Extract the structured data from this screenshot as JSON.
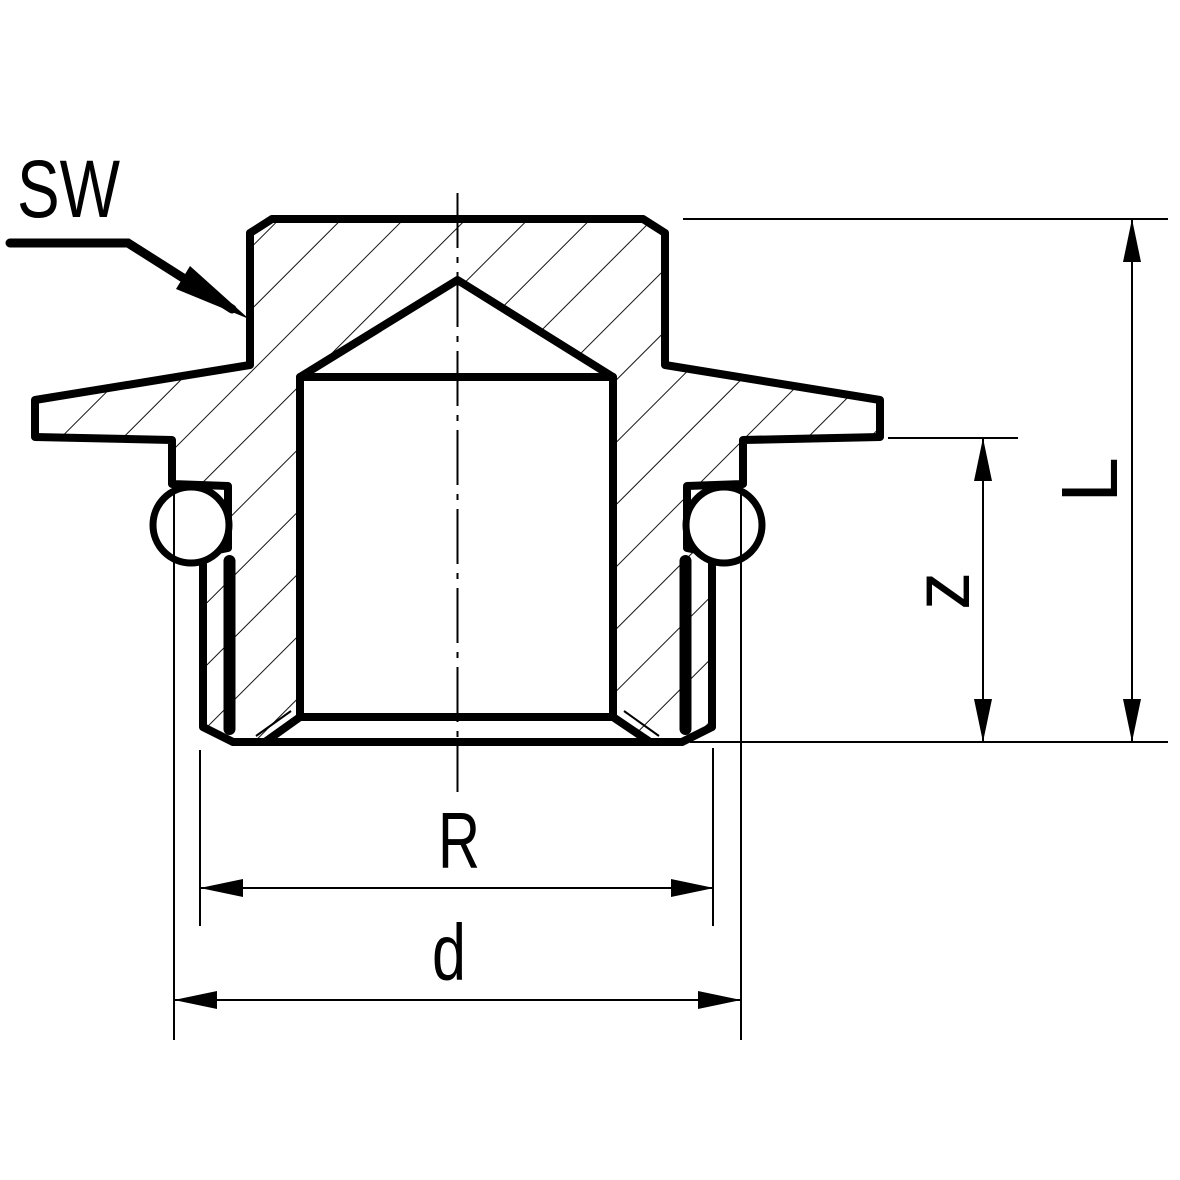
{
  "drawing": {
    "description_labels": {
      "wrench_flat": {
        "label": "SW"
      },
      "overall_length": {
        "label": "L"
      },
      "thread_length": {
        "label": "z"
      },
      "thread_size": {
        "label": "R"
      },
      "outer_diameter": {
        "label": "d"
      }
    },
    "colors": {
      "line": "#000000",
      "background": "#ffffff"
    }
  }
}
